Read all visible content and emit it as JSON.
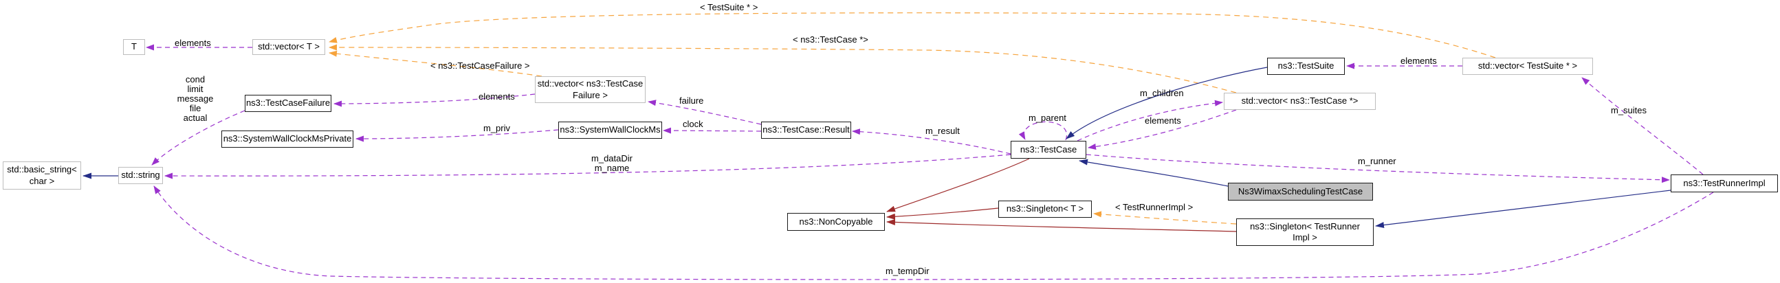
{
  "nodes": {
    "t": {
      "label": "T"
    },
    "vector_t": {
      "label": "std::vector< T >"
    },
    "basic_string": {
      "label": "std::basic_string<\nchar >"
    },
    "string": {
      "label": "std::string"
    },
    "test_case_failure": {
      "label": "ns3::TestCaseFailure"
    },
    "system_wall_clock_ms_private": {
      "label": "ns3::SystemWallClockMsPrivate"
    },
    "vector_test_case_failure": {
      "label": "std::vector< ns3::TestCase\nFailure >"
    },
    "system_wall_clock_ms": {
      "label": "ns3::SystemWallClockMs"
    },
    "test_case_result": {
      "label": "ns3::TestCase::Result"
    },
    "test_case": {
      "label": "ns3::TestCase"
    },
    "test_suite": {
      "label": "ns3::TestSuite"
    },
    "vector_test_case_ptr": {
      "label": "std::vector< ns3::TestCase *>"
    },
    "vector_test_suite_ptr": {
      "label": "std::vector< TestSuite * >"
    },
    "test_runner_impl": {
      "label": "ns3::TestRunnerImpl"
    },
    "wimax_scheduling_test_case": {
      "label": "Ns3WimaxSchedulingTestCase"
    },
    "non_copyable": {
      "label": "ns3::NonCopyable"
    },
    "singleton_t": {
      "label": "ns3::Singleton< T >"
    },
    "singleton_test_runner_impl": {
      "label": "ns3::Singleton< TestRunner\nImpl >"
    }
  },
  "labels": {
    "elements_t": "elements",
    "cond_stack": "cond\nlimit\nmessage\nfile\nactual",
    "elements_failure": "elements",
    "m_priv": "m_priv",
    "tpl_test_case_failure": "< ns3::TestCaseFailure >",
    "tpl_test_case_ptr": "< ns3::TestCase *>",
    "tpl_test_suite_ptr": "< TestSuite * >",
    "tpl_test_runner_impl": "< TestRunnerImpl >",
    "failure": "failure",
    "clock": "clock",
    "m_result": "m_result",
    "m_parent": "m_parent",
    "m_children": "m_children",
    "elements_children": "elements",
    "elements_suites": "elements",
    "m_suites": "m_suites",
    "m_runner": "m_runner",
    "m_data_dir_name": "m_dataDir\nm_name",
    "m_temp_dir": "m_tempDir"
  },
  "colors": {
    "usage": "#9a32cd",
    "template": "#f6a33c",
    "inherit": "#242d87",
    "inherit_private": "#9e2b2b",
    "node_border": "#1a1a1a",
    "node_border_external": "#bdbdbd",
    "highlight_fill": "#bfbfbf",
    "text": "#000000"
  }
}
